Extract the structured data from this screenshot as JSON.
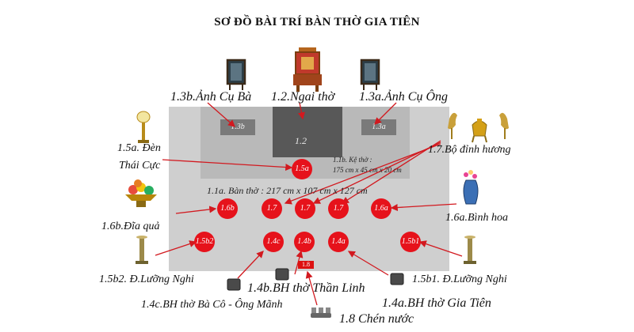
{
  "title": "SƠ ĐỒ BÀI TRÍ BÀN THỜ GIA TIÊN",
  "regions": {
    "box_1_2": "1.2",
    "box_1_3b": "1.3b",
    "box_1_3a": "1.3a"
  },
  "markers": {
    "m_1_5a": "1.5a",
    "m_1_6b": "1.6b",
    "m_1_7_left": "1.7",
    "m_1_7_center": "1.7",
    "m_1_7_right": "1.7",
    "m_1_6a": "1.6a",
    "m_1_5b2": "1.5b2",
    "m_1_4c": "1.4c",
    "m_1_4b": "1.4b",
    "m_1_4a": "1.4a",
    "m_1_5b1": "1.5b1",
    "m_1_8": "1.8"
  },
  "labels": {
    "anh_cu_ba": "1.3b.Ảnh Cụ Bà",
    "ngai_tho": "1.2.Ngai thờ",
    "anh_cu_ong": "1.3a.Ảnh Cụ Ông",
    "den_thai_cuc_1": "1.5a. Đèn",
    "den_thai_cuc_2": "Thái Cực",
    "bo_dinh_huong": "1.7.Bộ đỉnh hương",
    "ke_tho": "1.1b. Kệ thờ :",
    "ke_tho_size": "175 cm x 45 cm x 20 cm",
    "ban_tho": "1.1a. Bàn thờ : 217 cm x 107 cm x 127 cm",
    "dia_qua": "1.6b.Đĩa quả",
    "binh_hoa": "1.6a.Bình hoa",
    "luong_nghi_trai": "1.5b2. Đ.Lưỡng Nghi",
    "luong_nghi_phai": "1.5b1. Đ.Lưỡng Nghi",
    "bh_than_linh": "1.4b.BH thờ Thần Linh",
    "bh_ba_co": "1.4c.BH thờ Bà Cô - Ông Mãnh",
    "bh_gia_tien": "1.4a.BH thờ  Gia Tiên",
    "chen_nuoc": "1.8 Chén nước"
  },
  "colors": {
    "marker": "#e6121b",
    "arrow": "#d2191f",
    "table": "#cfcfcf",
    "shelf": "#b9b9b9",
    "throne_box": "#585858"
  },
  "icons": [
    "portrait-frame-icon",
    "throne-icon",
    "lamp-icon",
    "crane-icon",
    "incense-burner-icon",
    "fruit-plate-icon",
    "flower-vase-icon",
    "candle-stand-icon",
    "incense-bowl-icon",
    "water-cups-icon"
  ]
}
